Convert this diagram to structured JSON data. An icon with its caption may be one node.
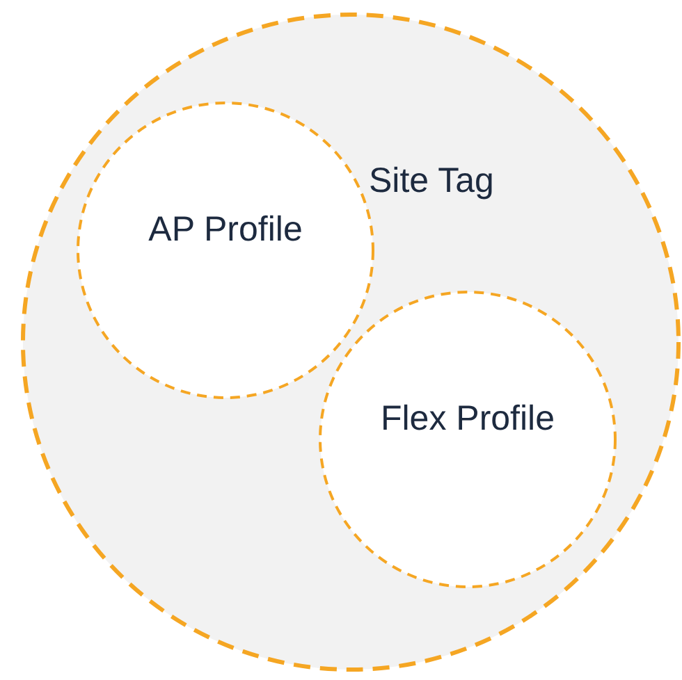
{
  "diagram": {
    "nodes": [
      {
        "text": [
          "Site Tag"
        ]
      },
      {
        "text": [
          "AP Profile"
        ],
        "in": 0
      },
      {
        "text": [
          "Flex Profile"
        ],
        "in": 0
      }
    ]
  }
}
